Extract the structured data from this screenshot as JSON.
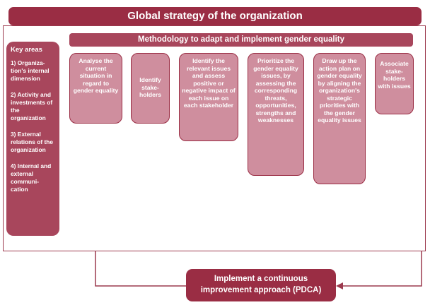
{
  "title": "Global strategy of the organization",
  "methodology": "Methodology to adapt and implement gender equality",
  "key_areas": {
    "heading": "Key areas",
    "items": [
      "1) Organiza-tion's internal dimension",
      "2) Activity and investments of the organization",
      "3) External relations of the organization",
      "4) Internal and external communi-cation"
    ]
  },
  "steps": [
    "Analyse the current situation in regard to gender equality",
    "Identify stake-holders",
    "Identify the relevant issues and assess positive or negative impact of each issue on each stakeholder",
    "Prioritize the gender equality issues, by assessing the corresponding threats, opportunities, strengths and weaknesses",
    "Draw up the action plan on gender equality by aligning the organization's strategic priorities with the gender equality issues",
    "Associate stake-holders with issues"
  ],
  "pdca": "Implement a continuous improvement approach (PDCA)",
  "colors": {
    "dark": "#9a2d44",
    "medium": "#a8465c",
    "light": "#cf8e9e",
    "arrow": "#e3242b"
  }
}
